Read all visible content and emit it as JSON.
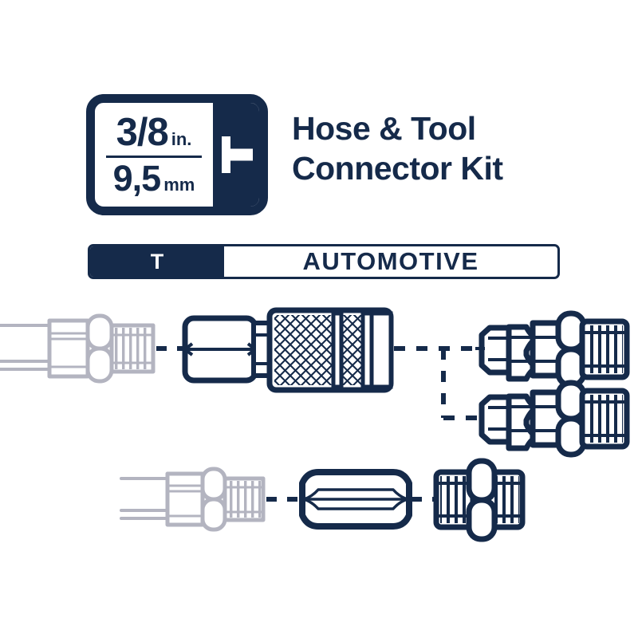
{
  "colors": {
    "navy": "#152a4a",
    "ghost": "#b3b4c0",
    "background": "#ffffff"
  },
  "badge": {
    "size_imperial": "3/8",
    "unit_imperial": "in.",
    "size_metric": "9,5",
    "unit_metric": "mm",
    "icon": "t-profile-icon"
  },
  "headline": {
    "line1": "Hose & Tool",
    "line2": "Connector Kit"
  },
  "category_bar": {
    "badge_letter": "T",
    "label": "AUTOMOTIVE"
  },
  "diagram": {
    "rows": [
      {
        "name": "coupler-row",
        "items": [
          {
            "name": "hose-fitting-ghost",
            "style": "ghost",
            "type": "hose-fitting"
          },
          {
            "name": "quick-coupler",
            "style": "solid",
            "type": "knurled-coupler"
          },
          {
            "name": "plug-upper",
            "style": "solid",
            "type": "threaded-plug"
          },
          {
            "name": "plug-lower",
            "style": "solid",
            "type": "threaded-plug"
          }
        ],
        "connectors": [
          "dashed-link-hose-to-coupler",
          "dashed-branch-to-plugs"
        ]
      },
      {
        "name": "nipple-row",
        "items": [
          {
            "name": "hose-fitting-ghost-2",
            "style": "ghost",
            "type": "hose-fitting"
          },
          {
            "name": "hex-coupling-nut",
            "style": "solid",
            "type": "hex-nut"
          },
          {
            "name": "double-threaded-nipple",
            "style": "solid",
            "type": "hex-nipple"
          }
        ],
        "connectors": [
          "dashed-link-hose-to-nut",
          "dashed-link-nut-to-nipple"
        ]
      }
    ]
  }
}
